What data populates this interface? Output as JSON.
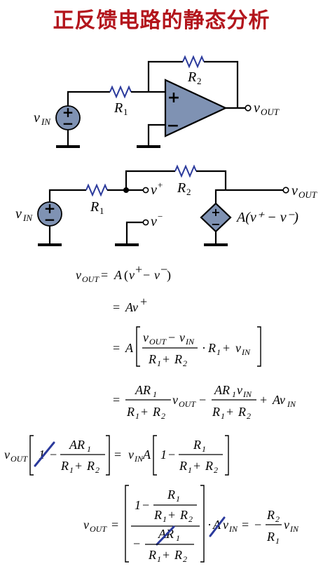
{
  "title": "正反馈电路的静态分析",
  "labels": {
    "v": "v",
    "in": "IN",
    "out": "OUT",
    "R": "R",
    "one": "1",
    "two": "2",
    "plus": "+",
    "minus": "−",
    "dep_source": "A(v⁺ − v⁻)",
    "A": "A"
  },
  "equations": {
    "line1": "v_OUT = A(v⁺ − v⁻)",
    "line2": "= Av⁺",
    "line3": "= A[ (v_OUT − v_IN)/(R1 + R2) · R1 + v_IN ]",
    "line4": "= A·R1/(R1 + R2)·v_OUT − A·R1·v_IN/(R1 + R2) + A·v_IN",
    "line5": "v_OUT[ 1 − A·R1/(R1 + R2) ] = v_IN·A[ 1 − R1/(R1 + R2) ]",
    "line6": "v_OUT = [ (1 − R1/(R1 + R2)) / (−A·R1/(R1 + R2)) ] · A·v_IN = −(R2/R1)·v_IN"
  }
}
